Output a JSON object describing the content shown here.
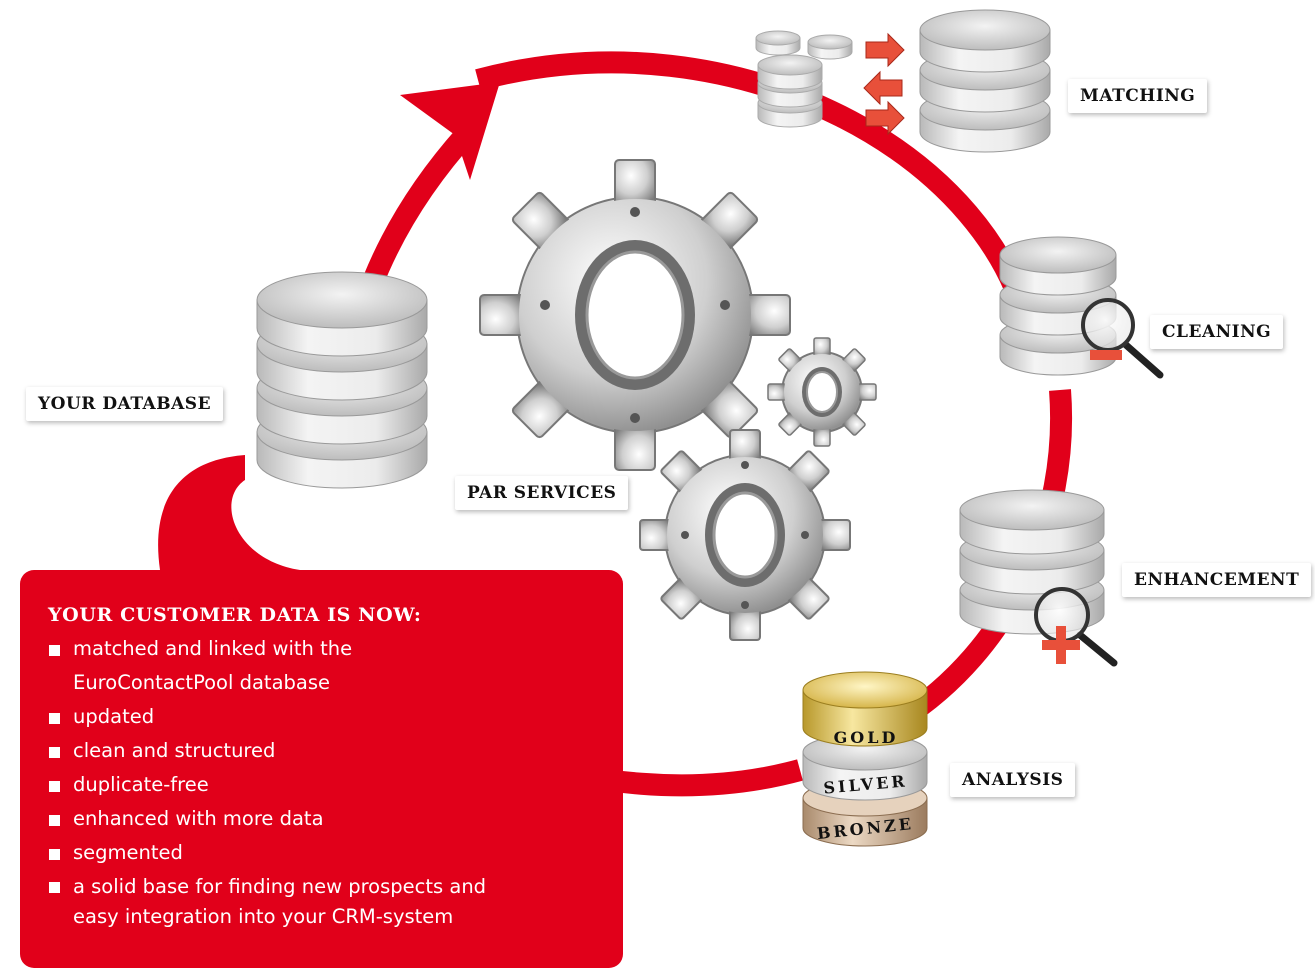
{
  "labels": {
    "your_database": "YOUR DATABASE",
    "par_services": "PAR SERVICES",
    "matching": "MATCHING",
    "cleaning": "CLEANING",
    "enhancement": "ENHANCEMENT",
    "analysis": "ANALYSIS"
  },
  "tiers": {
    "gold": "GOLD",
    "silver": "SILVER",
    "bronze": "BRONZE"
  },
  "info": {
    "title": "YOUR CUSTOMER DATA IS NOW:",
    "items": [
      "matched and linked with the",
      "EuroContactPool database",
      "updated",
      "clean and structured",
      "duplicate-free",
      "enhanced with more data",
      "segmented",
      "a solid base for finding new prospects and",
      "easy integration into your CRM-system"
    ]
  },
  "colors": {
    "accent": "#e1001a",
    "background": "#ffffff",
    "label_text": "#111111"
  },
  "icons": [
    "database-icon",
    "gear-icon",
    "magnifier-icon",
    "arrow-icon",
    "cycle-arrow-icon",
    "minus-icon",
    "plus-icon"
  ]
}
